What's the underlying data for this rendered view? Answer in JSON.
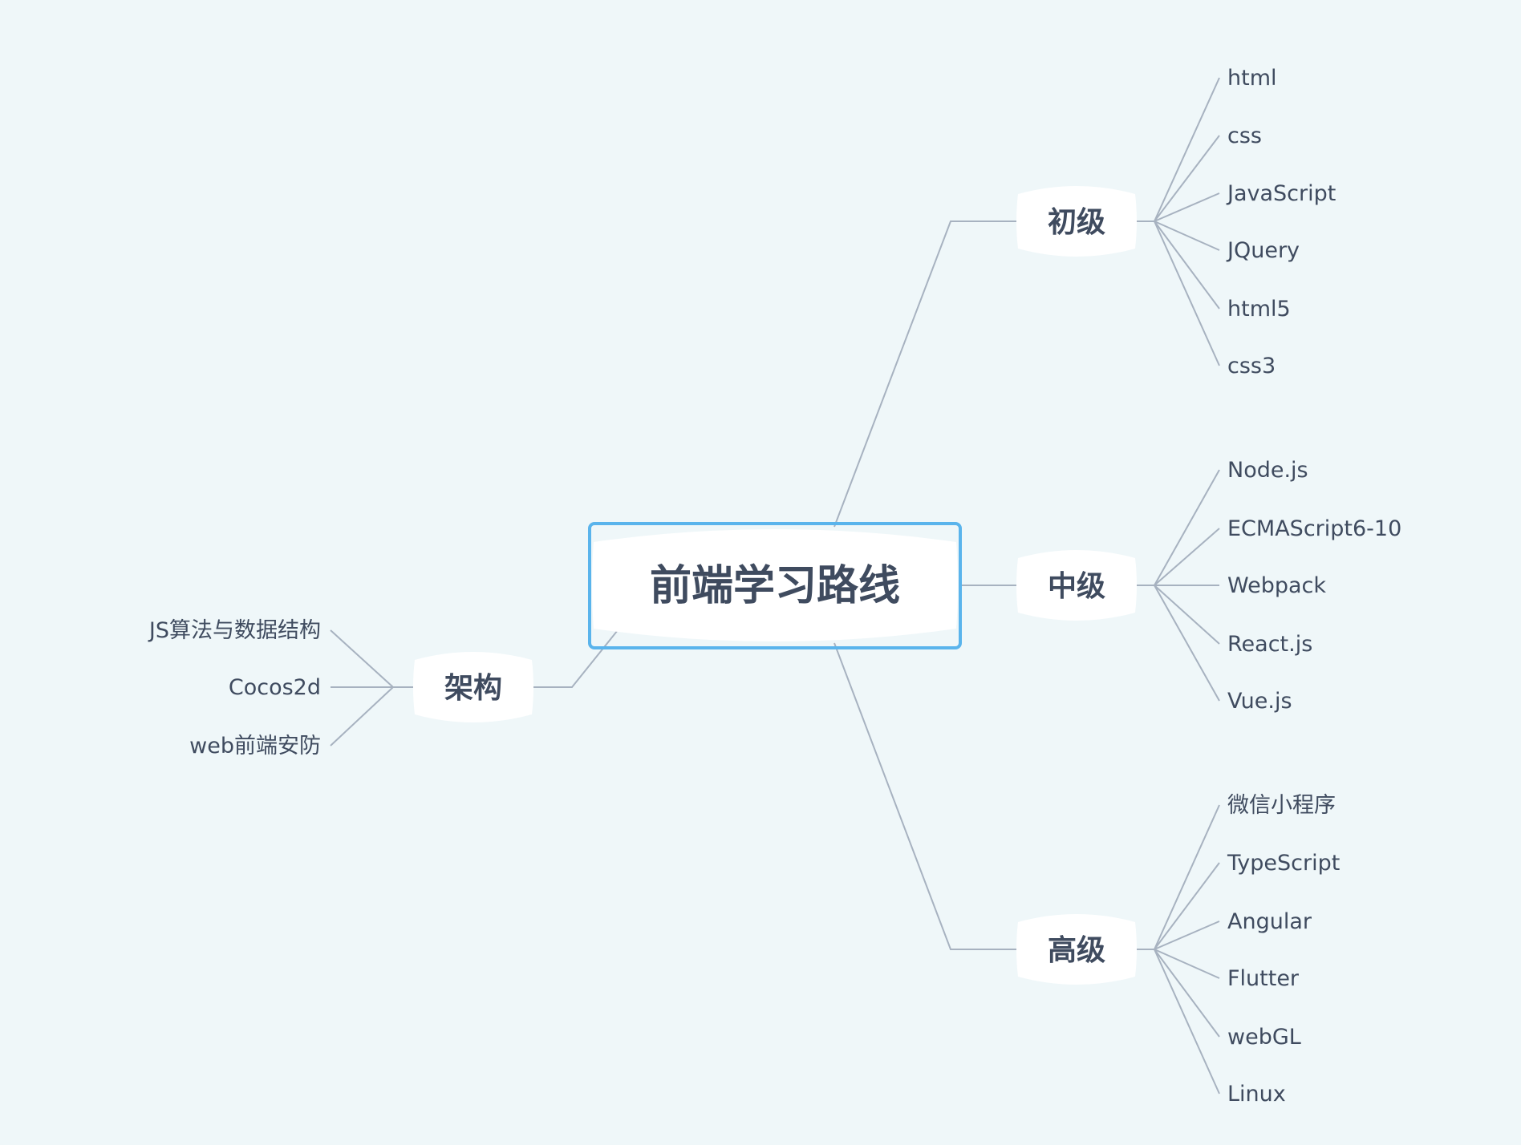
{
  "root": {
    "label": "前端学习路线"
  },
  "branches": [
    {
      "label": "初级",
      "side": "right",
      "leaves": [
        "html",
        "css",
        "JavaScript",
        "JQuery",
        "html5",
        "css3"
      ]
    },
    {
      "label": "中级",
      "side": "right",
      "leaves": [
        "Node.js",
        "ECMAScript6-10",
        "Webpack",
        "React.js",
        "Vue.js"
      ]
    },
    {
      "label": "高级",
      "side": "right",
      "leaves": [
        "微信小程序",
        "TypeScript",
        "Angular",
        "Flutter",
        "webGL",
        "Linux"
      ]
    },
    {
      "label": "架构",
      "side": "left",
      "leaves": [
        "JS算法与数据结构",
        "Cocos2d",
        "web前端安防"
      ]
    }
  ],
  "colors": {
    "background": "#eff7f9",
    "root_border": "#5ab4ec",
    "line": "#a7b2c0",
    "text": "#3f4b5f",
    "node_fill": "#ffffff"
  }
}
